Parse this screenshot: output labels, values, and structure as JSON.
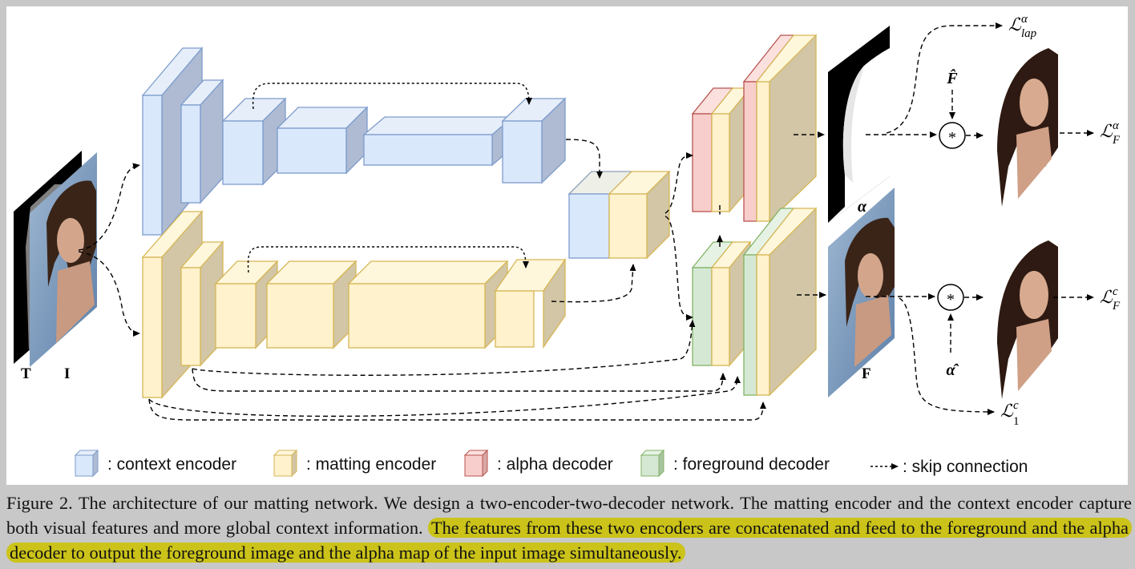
{
  "figure": {
    "input_labels": {
      "trimap": "T",
      "image": "I"
    },
    "output_labels": {
      "alpha": "α",
      "foreground": "F"
    },
    "loss_labels": {
      "lap_alpha": {
        "base": "ℒ",
        "sup": "α",
        "sub": "lap"
      },
      "f_alpha": {
        "base": "ℒ",
        "sup": "α",
        "sub": "F"
      },
      "f_c": {
        "base": "ℒ",
        "sup": "c",
        "sub": "F"
      },
      "one_c": {
        "base": "ℒ",
        "sup": "c",
        "sub": "1"
      }
    },
    "hat_labels": {
      "f_hat": "F̂",
      "alpha_hat": "α̂"
    },
    "multiply_symbol": "*"
  },
  "legend": {
    "items": [
      {
        "label": ": context encoder",
        "color": "#dae8fc",
        "stroke": "#7e9ccc"
      },
      {
        "label": ": matting encoder",
        "color": "#fff2cc",
        "stroke": "#d6b656"
      },
      {
        "label": ": alpha decoder",
        "color": "#f8cecc",
        "stroke": "#b85450"
      },
      {
        "label": ": foreground decoder",
        "color": "#d5e8d4",
        "stroke": "#82b366"
      }
    ],
    "skip_label": ": skip connection"
  },
  "caption": {
    "plain": "Figure 2. The architecture of our matting network. We design a two-encoder-two-decoder network. The matting encoder and the context encoder capture both visual features and more global context information.",
    "highlighted": "The features from these two encoders are concatenated and feed to the foreground and the alpha decoder to output the foreground image and the alpha map of the input image simultaneously."
  },
  "colors": {
    "context": "#dae8fc",
    "matting": "#fff2cc",
    "alpha_decoder": "#f8cecc",
    "foreground_decoder": "#d5e8d4",
    "side_shade": "#d2c6a6",
    "highlight": "#cbc31a"
  }
}
